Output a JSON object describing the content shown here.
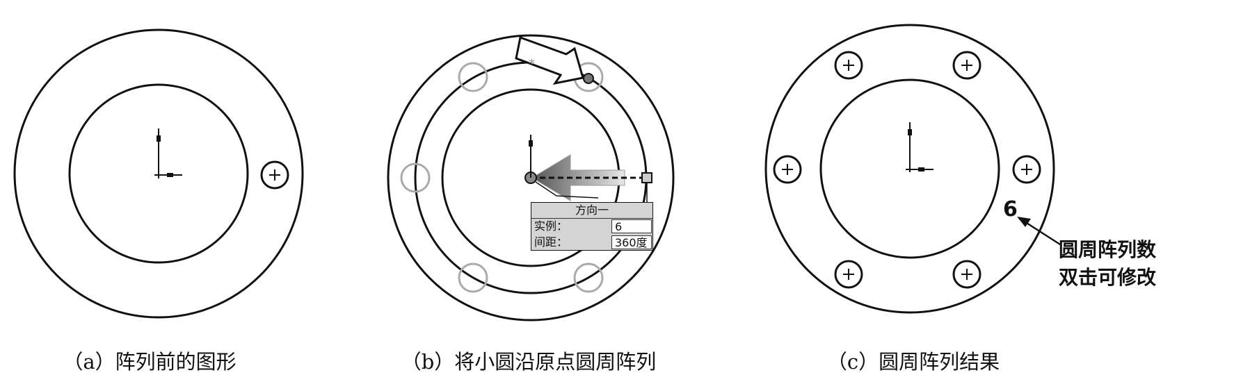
{
  "captions": {
    "a": "（a）阵列前的图形",
    "b": "（b）将小圆沿原点圆周阵列",
    "c": "（c）圆周阵列结果"
  },
  "popup": {
    "title": "方向一",
    "instance_label": "实例：",
    "instance_value": "6",
    "spacing_label": "间距：",
    "spacing_value": "360度"
  },
  "annotation": {
    "count": "6",
    "line1": "圆周阵列数",
    "line2": "双击可修改"
  },
  "colors": {
    "ink": "#111111",
    "ghost": "#a8a8a8",
    "popup_bg": "#d4d4d4"
  }
}
